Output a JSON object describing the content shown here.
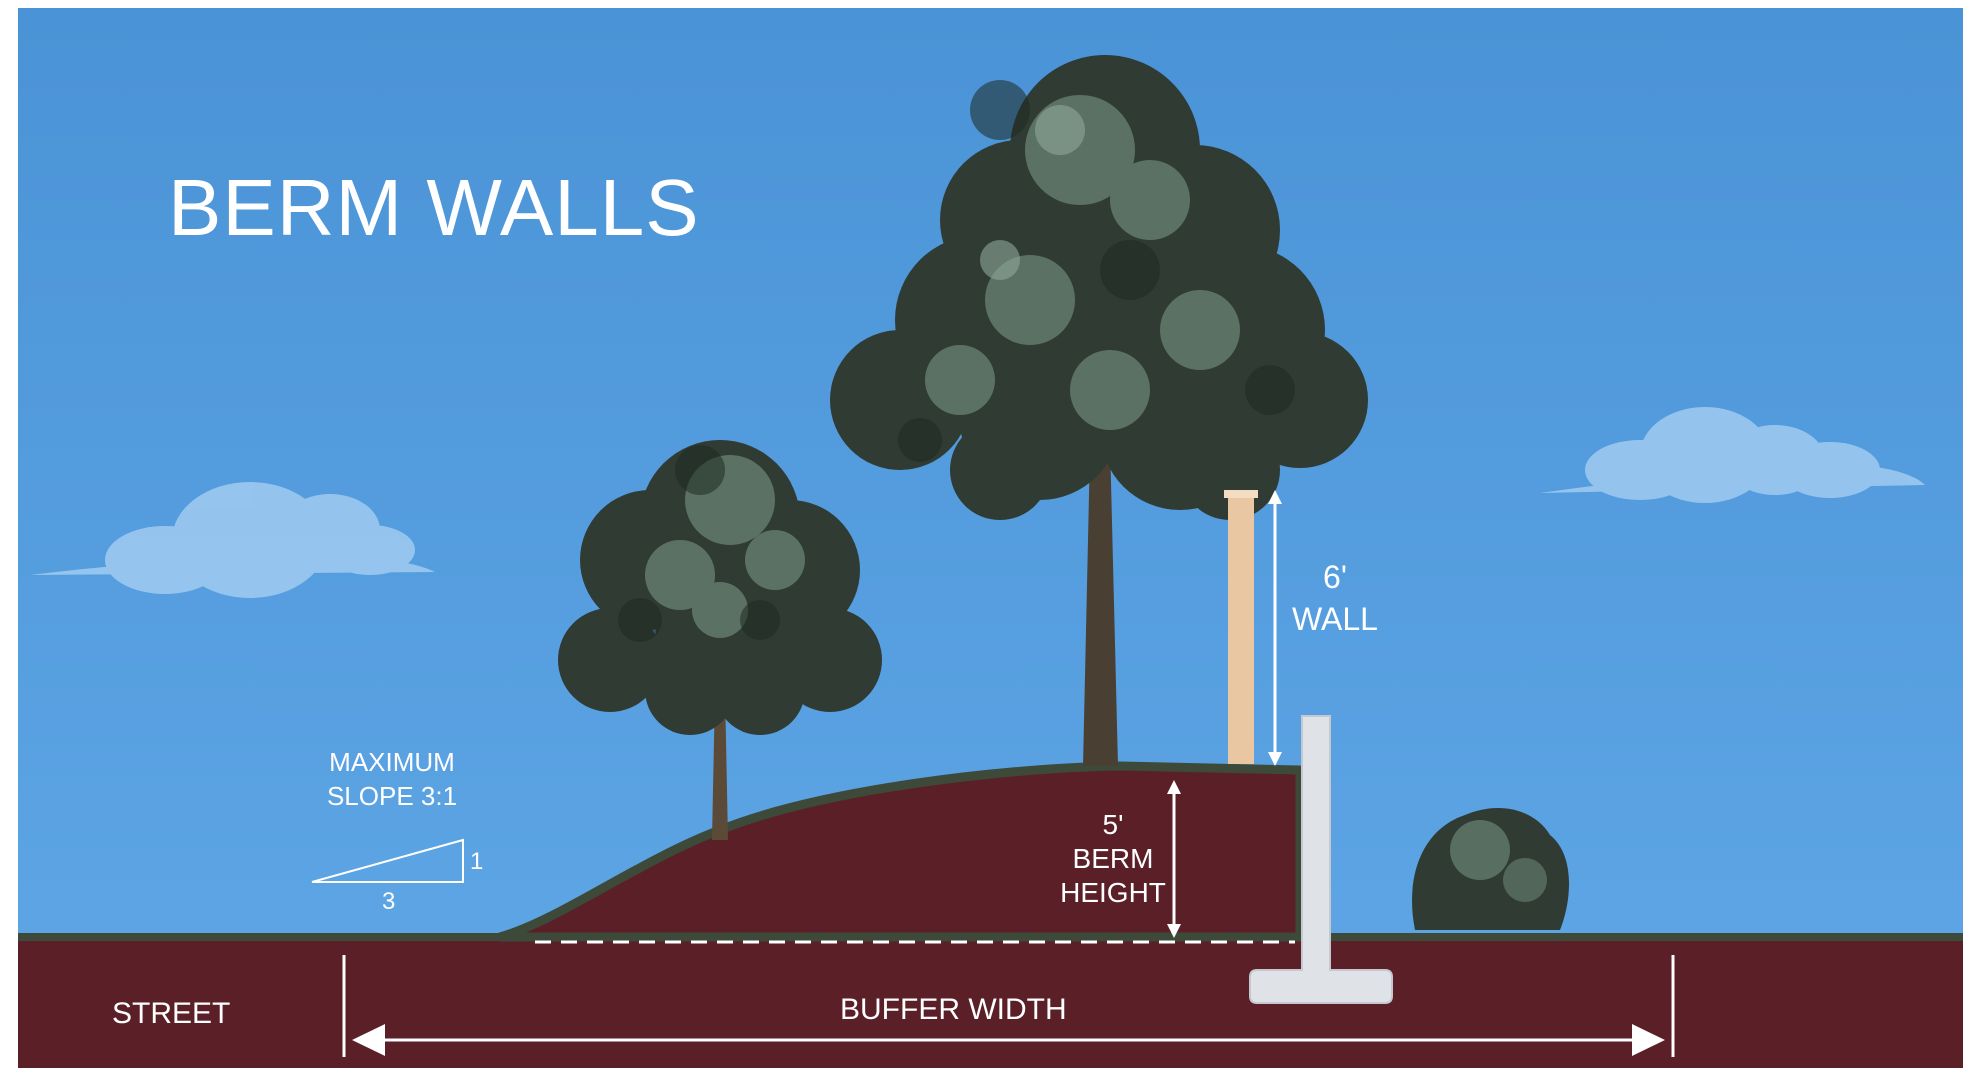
{
  "title": "BERM WALLS",
  "wall_label": [
    "6'",
    "WALL"
  ],
  "berm_label": [
    "5'",
    "BERM",
    "HEIGHT"
  ],
  "slope_label": [
    "MAXIMUM",
    "SLOPE 3:1"
  ],
  "slope_triangle": {
    "rise": "1",
    "run": "3"
  },
  "street_label": "STREET",
  "buffer_label": "BUFFER WIDTH",
  "colors": {
    "sky": "#4a97da",
    "ground": "#5b1f27",
    "grass": "#3d4a3a",
    "wall": "#e9c7a3",
    "concrete_wall": "#dfe2e6",
    "annotation": "#ffffff"
  }
}
